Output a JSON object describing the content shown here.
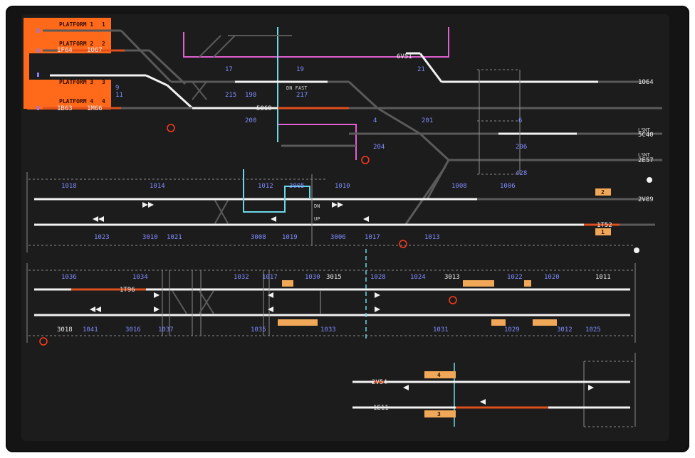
{
  "window": {
    "title": ""
  },
  "colors": {
    "background": "#1c1c1c",
    "track_idle": "#5a5a5a",
    "track_set": "#f2f2f2",
    "track_occupied": "#e0501e",
    "platform_fill": "#ff6a1a",
    "berth_fill": "#f0a858",
    "signal_label": "#7f8cff",
    "magenta_track": "#e060d0",
    "cyan_track": "#6ad8e8",
    "signal_red": "#ff3a1a"
  },
  "platforms": [
    {
      "label": "PLATFORM 1",
      "number": "1"
    },
    {
      "label": "PLATFORM 2",
      "number": "2"
    },
    {
      "label": "PLATFORM 3",
      "number": "3"
    },
    {
      "label": "PLATFORM 4",
      "number": "4"
    }
  ],
  "headcodes": {
    "p2_left": "1F64",
    "p2_right": "1O67",
    "p4_left": "1B63",
    "p4_right": "1M66",
    "upper_mid": "5O69",
    "upper_right_a": "6V51",
    "upper_right_b": "1O64",
    "right_sca": "5C40",
    "right_2e57": "2E57",
    "right_2v89": "2V89",
    "right_1t52": "1T52",
    "mid_1t96": "1T96",
    "bottom_2v54": "2V54",
    "bottom_1e11": "1E11"
  },
  "route_labels": {
    "lsnt_a": "LSNT",
    "lsnt_b": "LSNT",
    "dn_fast": "DN FAST",
    "dn": "DN",
    "up": "UP"
  },
  "signals_top": [
    "17",
    "19",
    "21",
    "215",
    "198",
    "217",
    "200",
    "4",
    "201",
    "6",
    "204",
    "206",
    "428",
    "9",
    "11"
  ],
  "signals_row2": [
    "1018",
    "1014",
    "1012",
    "3005",
    "1010",
    "1008",
    "1006"
  ],
  "signals_row3": [
    "1023",
    "3010",
    "1021",
    "3008",
    "1019",
    "3006",
    "1017",
    "1013"
  ],
  "signals_row4": [
    "1036",
    "1034",
    "1032",
    "1017",
    "1030",
    "3015",
    "1028",
    "1024",
    "3013",
    "1022",
    "1020",
    "1011"
  ],
  "signals_row5": [
    "3018",
    "1041",
    "3016",
    "1037",
    "1035",
    "1033",
    "1031",
    "1029",
    "3012",
    "1025"
  ],
  "berths": {
    "b2": "2",
    "b1": "1",
    "b4": "4",
    "b3": "3"
  }
}
